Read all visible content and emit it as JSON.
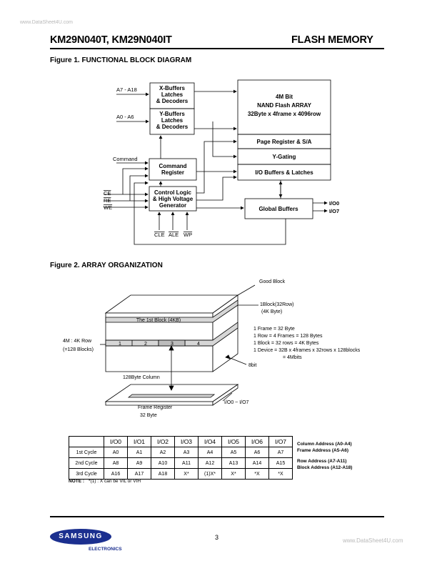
{
  "watermark_top": "www.DataSheet4U.com",
  "watermark_bottom": "www.DataSheet4U.com",
  "header": {
    "part_numbers": "KM29N040T, KM29N040IT",
    "category": "FLASH MEMORY"
  },
  "figure1": {
    "title": "Figure 1. FUNCTIONAL BLOCK DIAGRAM",
    "x_buffers": [
      "X-Buffers",
      "Latches",
      "& Decoders"
    ],
    "y_buffers": [
      "Y-Buffers",
      "Latches",
      "& Decoders"
    ],
    "command_register": [
      "Command",
      "Register"
    ],
    "control_logic": [
      "Control Logic",
      "& High Voltage",
      "Generator"
    ],
    "array": [
      "4M Bit",
      "NAND Flash ARRAY",
      "32Byte x 4frame x 4096row"
    ],
    "page_register": "Page Register & S/A",
    "y_gating": "Y-Gating",
    "io_buffers": "I/O Buffers & Latches",
    "global_buffers": "Global Buffers",
    "addr_hi": "A7 - A18",
    "addr_lo": "A0 - A6",
    "command_label": "Command",
    "ce": "CE",
    "re": "RE",
    "we": "WE",
    "cle": "CLE",
    "ale": "ALE",
    "wp": "WP",
    "io0": "I/O0",
    "io7": "I/O7"
  },
  "figure2": {
    "title": "Figure 2. ARRAY ORGANIZATION",
    "good_block": "Good Block",
    "block_label": [
      "1Block(32Row)",
      "(4K Byte)"
    ],
    "first_block": "The 1st Block (4KB)",
    "frames": [
      "1",
      "2",
      "3",
      "4"
    ],
    "blocks_label": [
      "4M : 4K Row",
      "(=128 Blocks)"
    ],
    "definitions": [
      "1 Frame = 32 Byte",
      "1 Row    = 4 Frames = 128 Bytes",
      "1 Block    = 32 rows = 4K Bytes",
      "1 Device = 32B x 4frames x 32rows x 128blocks",
      "= 4Mbits"
    ],
    "bits": "8bit",
    "column": "128Byte Column",
    "frame_register": "Frame Register",
    "frame_size": "32 Byte",
    "io_range": "I/O0 ~ I/O7"
  },
  "address_table": {
    "headers": [
      "",
      "I/O0",
      "I/O1",
      "I/O2",
      "I/O3",
      "I/O4",
      "I/O5",
      "I/O6",
      "I/O7"
    ],
    "rows": [
      [
        "1st Cycle",
        "A0",
        "A1",
        "A2",
        "A3",
        "A4",
        "A5",
        "A6",
        "A7"
      ],
      [
        "2nd Cycle",
        "A8",
        "A9",
        "A10",
        "A11",
        "A12",
        "A13",
        "A14",
        "A15"
      ],
      [
        "3rd Cycle",
        "A16",
        "A17",
        "A18",
        "X*",
        "(1)X*",
        "X*",
        "*X",
        "*X"
      ]
    ],
    "side_labels": [
      "Column Address (A0-A4)",
      "Frame Address (A5-A6)",
      "Row Address (A7-A11)",
      "Block Address (A12-A18)"
    ],
    "note_label": "NOTE :",
    "note_text": "*(1) : X can be VIL or VIH"
  },
  "footer": {
    "page": "3",
    "logo": "SAMSUNG",
    "logo_sub": "ELECTRONICS"
  }
}
